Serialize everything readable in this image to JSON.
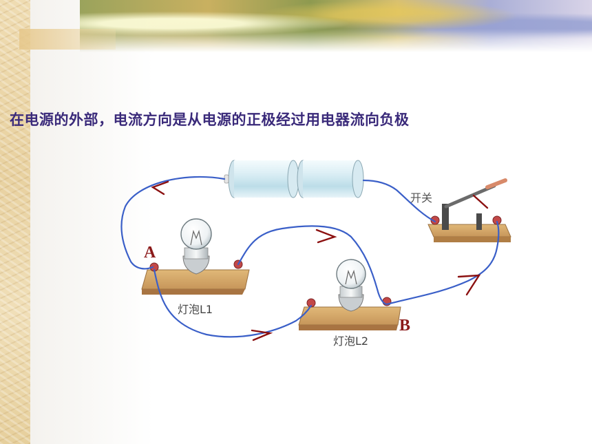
{
  "slide": {
    "heading": "在电源的外部，电流方向是从电源的正极经过用电器流向负极"
  },
  "diagram": {
    "switch_label": "开关",
    "bulb1_label": "灯泡L1",
    "bulb2_label": "灯泡L2",
    "node_a": "A",
    "node_b": "B"
  },
  "colors": {
    "wire": "#3a5fc8",
    "arrow": "#8b1010",
    "heading": "#3a2a7a",
    "base_wood": "#c79a55",
    "terminal": "#c24848"
  }
}
